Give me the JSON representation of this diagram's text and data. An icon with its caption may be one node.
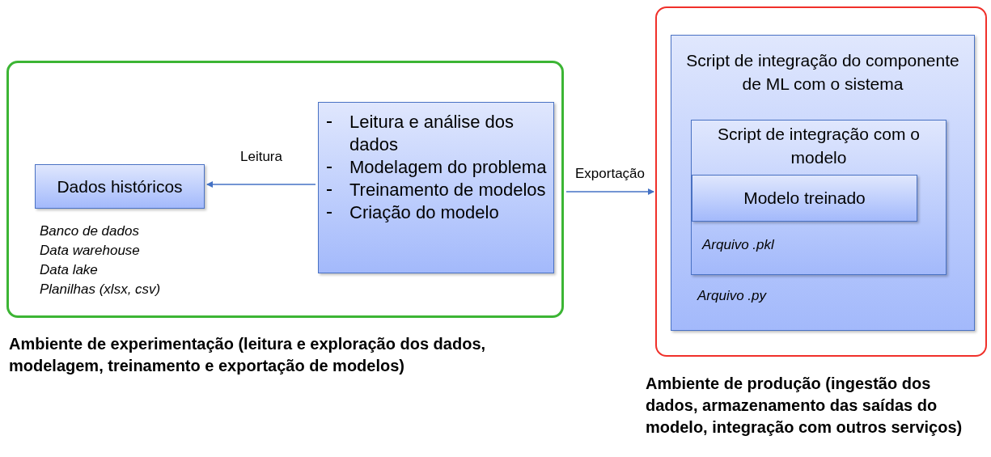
{
  "diagram": {
    "nodes": [
      {
        "text": [
          "Ambiente de experimentação (leitura e exploração dos dados, modelagem, treinamento e exportação de modelos)"
        ]
      },
      {
        "text": [
          "Dados históricos"
        ],
        "in": 0,
        "beside": [
          "Banco de dados",
          "Data warehouse",
          "Data lake",
          "Planilhas (xlsx, csv)"
        ]
      },
      {
        "text": [
          "Leitura e análise dos dados",
          "Modelagem do problema",
          "Treinamento de modelos",
          "Criação do modelo"
        ],
        "in": 0
      },
      {
        "text": [
          "Ambiente de produção (ingestão dos dados, armazenamento das saídas do modelo, integração com outros serviços)"
        ]
      },
      {
        "text": [
          "Script de integração do componente de ML com o sistema",
          "Arquivo .py"
        ],
        "in": 3
      },
      {
        "text": [
          "Script de integração com o modelo",
          "Arquivo .pkl"
        ],
        "in": 4
      },
      {
        "text": [
          "Modelo treinado"
        ],
        "in": 5
      }
    ],
    "edges": [
      {
        "from": 2,
        "to": 1,
        "arrow": "to",
        "label": "Leitura"
      },
      {
        "from": 0,
        "to": 3,
        "arrow": "to",
        "label": "Exportação"
      }
    ]
  }
}
